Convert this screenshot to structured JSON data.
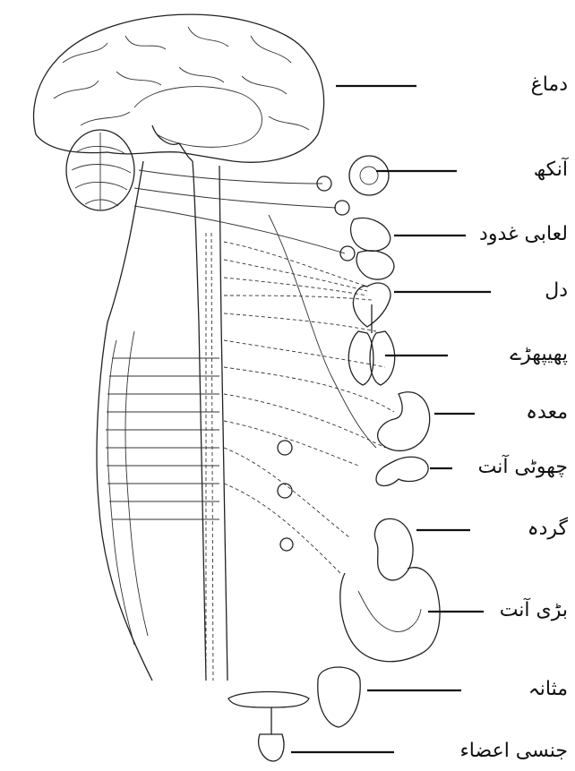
{
  "labels": {
    "brain": "دماغ",
    "eye": "آنکھ",
    "salivary_glands": "لعابی غدود",
    "heart": "دل",
    "lungs": "پھیپھڑے",
    "stomach": "معدہ",
    "small_intestine": "چھوٹی آنت",
    "kidney": "گردہ",
    "large_intestine": "بڑی آنت",
    "bladder": "مثانہ",
    "genitals": "جنسی اعضاء"
  }
}
